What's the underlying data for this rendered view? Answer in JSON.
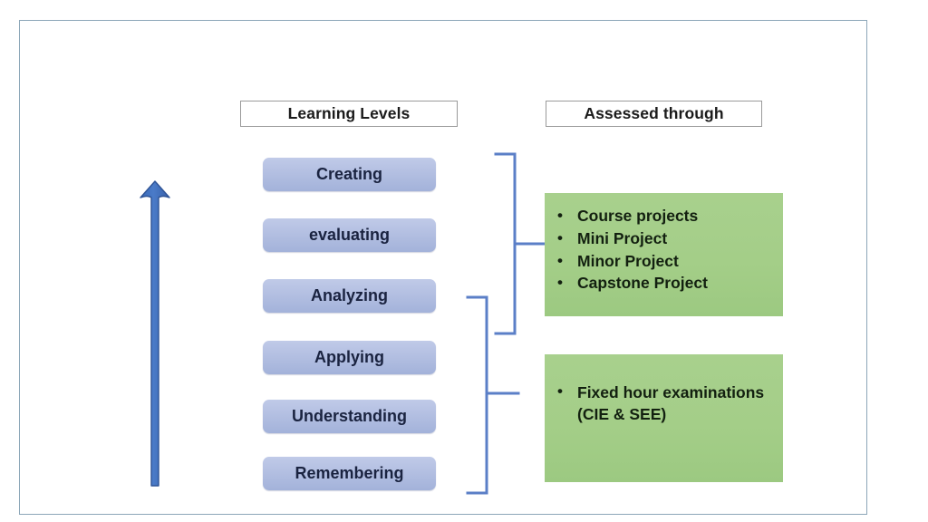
{
  "diagram": {
    "title_bar_present": true,
    "headers": {
      "left": "Learning Levels",
      "right": "Assessed through"
    },
    "learning_levels": [
      {
        "label": "Creating"
      },
      {
        "label": "evaluating"
      },
      {
        "label": "Analyzing"
      },
      {
        "label": "Applying"
      },
      {
        "label": "Understanding"
      },
      {
        "label": "Remembering"
      }
    ],
    "assessment_groups": [
      {
        "name": "higher-order-assessment",
        "items": [
          "Course projects",
          "Mini Project",
          "Minor Project",
          "Capstone Project"
        ]
      },
      {
        "name": "lower-order-assessment",
        "items": [
          "Fixed hour examinations (CIE & SEE)"
        ]
      }
    ],
    "bullet_glyph": "•",
    "progression_arrow": {
      "direction": "up",
      "meaning": "increasing cognitive level"
    },
    "colors": {
      "frame_border": "#8ca6b8",
      "level_box_top": "#c0cae8",
      "level_box_bottom": "#a3b2da",
      "level_text": "#1a2340",
      "arrow": "#3f6fbf",
      "arrow_edge": "#2f5496",
      "bracket": "#5b7fc7",
      "green_panel": "#a8d08d",
      "green_text": "#132010",
      "header_border": "#9a9a9a",
      "header_text": "#1b1b1b"
    }
  }
}
